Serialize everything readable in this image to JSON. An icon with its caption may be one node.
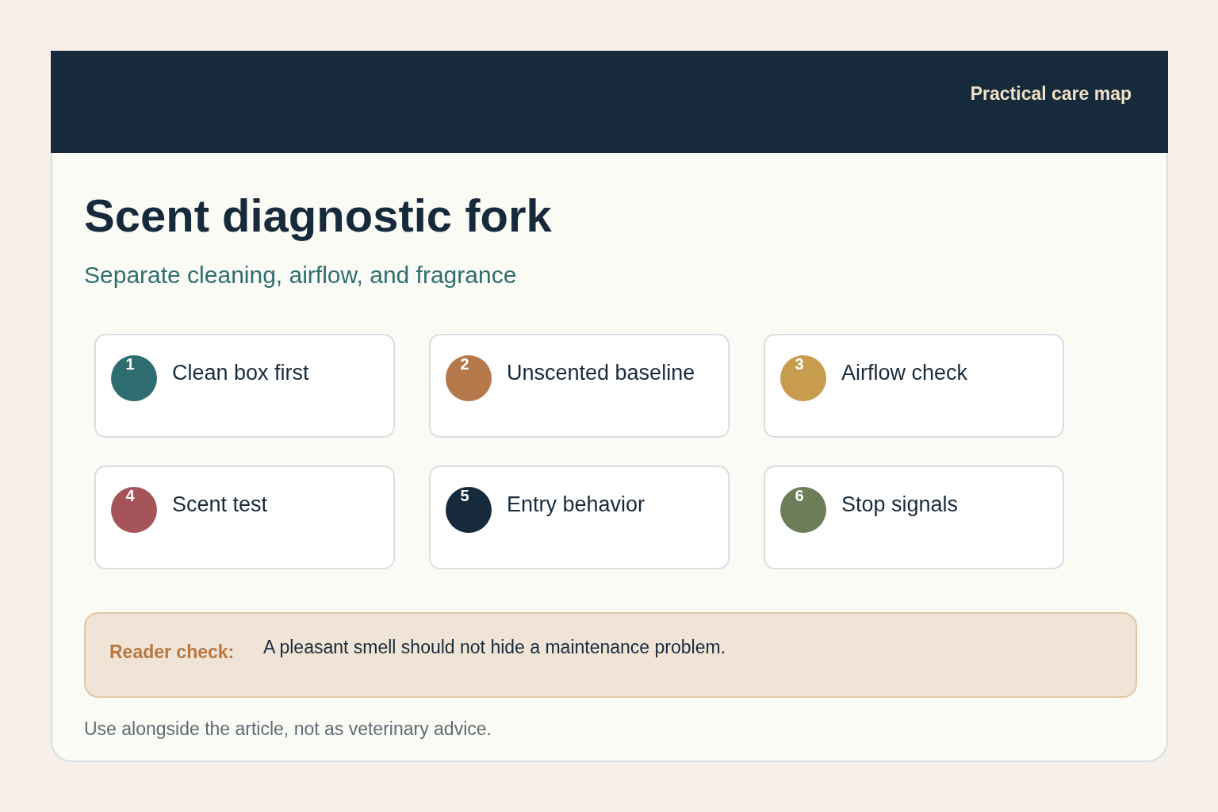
{
  "diagram": {
    "title": "Scent diagnostic fork",
    "caption": "Use alongside the article, not as veterinary advice.",
    "nodes": [
      {
        "text": [
          "1",
          "Clean box first"
        ]
      },
      {
        "text": [
          "2",
          "Unscented baseline"
        ]
      },
      {
        "text": [
          "3",
          "Airflow check"
        ]
      },
      {
        "text": [
          "4",
          "Scent test"
        ]
      },
      {
        "text": [
          "5",
          "Entry behavior"
        ]
      },
      {
        "text": [
          "6",
          "Stop signals"
        ]
      },
      {
        "text": [
          "Reader check:",
          "A pleasant smell should not hide a maintenance problem."
        ]
      }
    ],
    "labels": [
      "Practical care map",
      "Separate cleaning, airflow, and fragrance"
    ]
  }
}
